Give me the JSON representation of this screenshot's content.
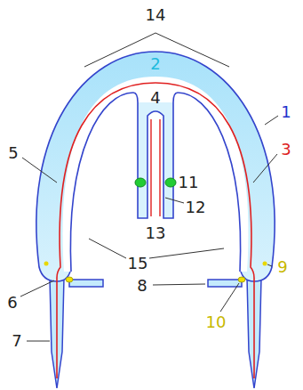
{
  "diagram": {
    "labels": [
      "14",
      "2",
      "1",
      "4",
      "5",
      "3",
      "11",
      "12",
      "13",
      "15",
      "9",
      "8",
      "6",
      "10",
      "7"
    ]
  }
}
